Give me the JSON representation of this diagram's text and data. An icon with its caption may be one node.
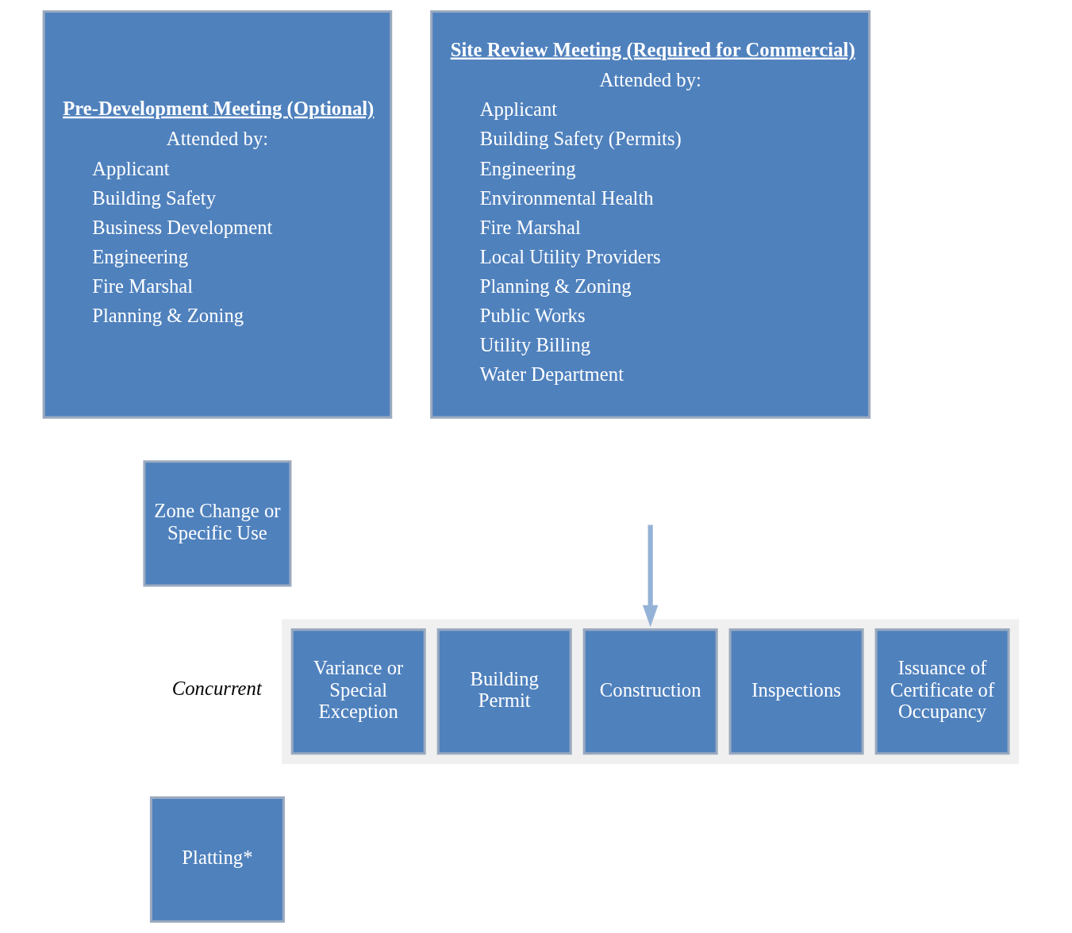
{
  "diagram": {
    "nodes": [
      {
        "text": [
          "Pre-Development Meeting (Optional)",
          "Attended by:",
          "Applicant",
          "Building Safety",
          "Business Development",
          "Engineering",
          "Fire Marshal",
          "Planning & Zoning"
        ]
      },
      {
        "text": [
          "Site Review Meeting (Required for Commercial)",
          "Attended by:",
          "Applicant",
          "Building Safety (Permits)",
          "Engineering",
          "Environmental Health",
          "Fire Marshal",
          "Local Utility Providers",
          "Planning & Zoning",
          "Public Works",
          "Utility Billing",
          "Water Department"
        ]
      },
      {
        "text": [
          "Zone Change or Specific Use"
        ]
      },
      {
        "text": [
          "Platting*"
        ]
      },
      {
        "text": [],
        "shape": "bar"
      },
      {
        "text": [
          "Variance or Special Exception"
        ],
        "in": 4
      },
      {
        "text": [
          "Building Permit"
        ],
        "in": 4
      },
      {
        "text": [
          "Construction"
        ],
        "in": 4
      },
      {
        "text": [
          "Inspections"
        ],
        "in": 4
      },
      {
        "text": [
          "Issuance of Certificate of Occupancy"
        ],
        "in": 4
      }
    ],
    "edges": [
      {
        "from": null,
        "to": 4,
        "arrow": "to"
      }
    ],
    "labels": [
      "Concurrent"
    ]
  }
}
